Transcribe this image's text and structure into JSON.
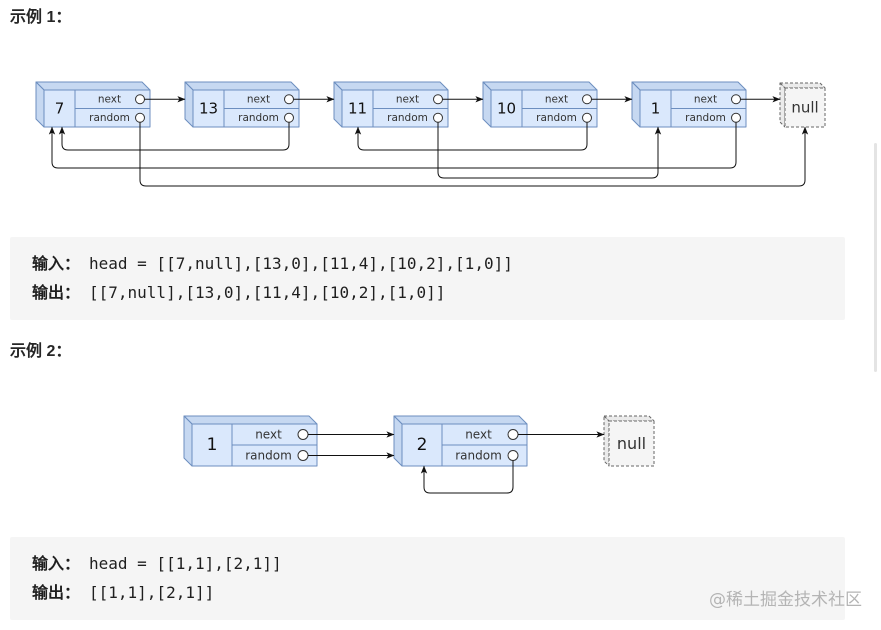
{
  "colors": {
    "node_fill": "#dae8fc",
    "node_side": "#c6d8f1",
    "node_stroke": "#6c8ebf",
    "null_fill": "#f5f5f5",
    "null_side": "#ebebeb",
    "null_stroke": "#666666",
    "arrow": "#111111",
    "code_background": "#f5f5f5",
    "watermark": "#b4b4b4"
  },
  "examples": [
    {
      "heading": "示例 1：",
      "diagram": {
        "next_label": "next",
        "random_label": "random",
        "null_label": "null",
        "nodes": [
          {
            "val": "7",
            "next": 1,
            "random": null
          },
          {
            "val": "13",
            "next": 2,
            "random": 0
          },
          {
            "val": "11",
            "next": 3,
            "random": 4
          },
          {
            "val": "10",
            "next": 4,
            "random": 2
          },
          {
            "val": "1",
            "next": null,
            "random": 0
          }
        ]
      },
      "code": {
        "input_label": "输入：",
        "input_value": "head = [[7,null],[13,0],[11,4],[10,2],[1,0]]",
        "output_label": "输出：",
        "output_value": "[[7,null],[13,0],[11,4],[10,2],[1,0]]"
      }
    },
    {
      "heading": "示例 2：",
      "diagram": {
        "next_label": "next",
        "random_label": "random",
        "null_label": "null",
        "nodes": [
          {
            "val": "1",
            "next": 1,
            "random": 1
          },
          {
            "val": "2",
            "next": null,
            "random": 1
          }
        ]
      },
      "code": {
        "input_label": "输入：",
        "input_value": "head = [[1,1],[2,1]]",
        "output_label": "输出：",
        "output_value": "[[1,1],[2,1]]"
      }
    }
  ],
  "watermark": "@稀土掘金技术社区"
}
